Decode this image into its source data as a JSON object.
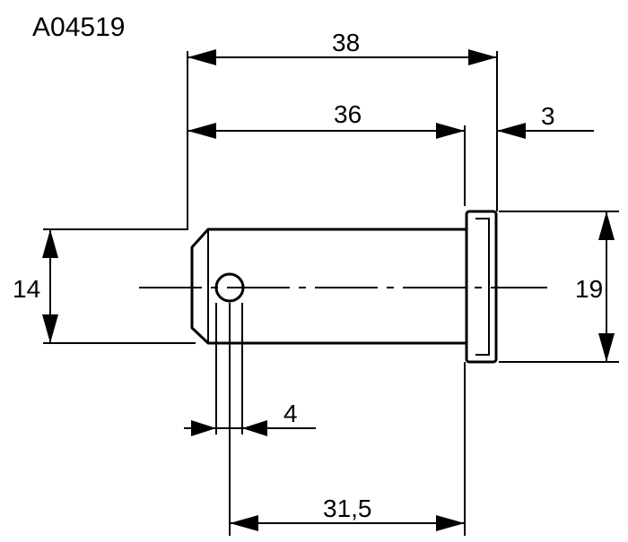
{
  "drawing": {
    "part_code": "A04519",
    "dimensions": {
      "overall_length": "38",
      "shank_length": "36",
      "head_thickness": "3",
      "shank_diameter": "14",
      "head_diameter": "19",
      "hole_diameter": "4",
      "hole_to_head": "31,5"
    }
  }
}
